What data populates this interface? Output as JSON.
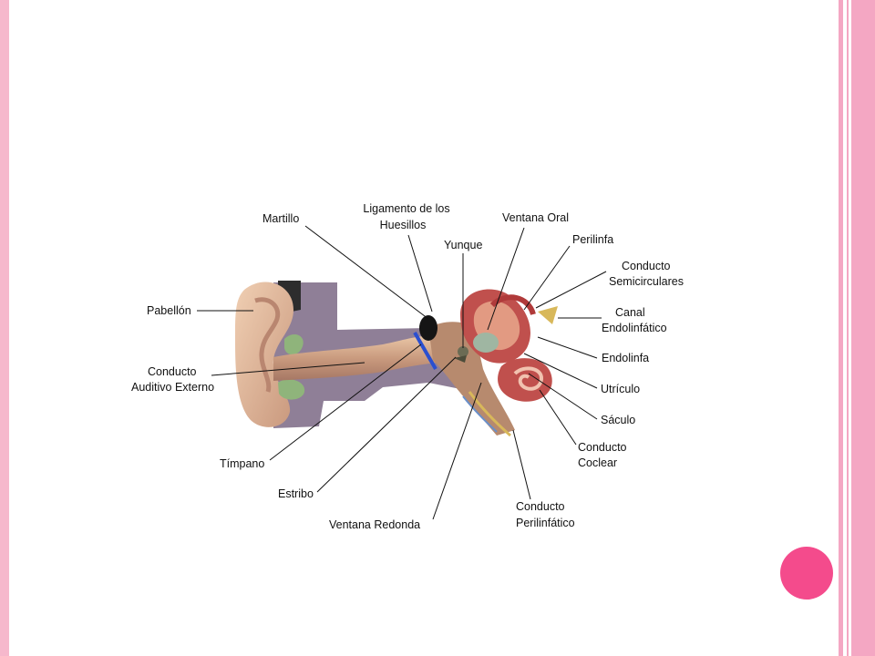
{
  "diagram": {
    "labels": {
      "martillo": "Martillo",
      "ligamento_line1": "Ligamento de los",
      "ligamento_line2": "Huesillos",
      "yunque": "Yunque",
      "ventana_oral": "Ventana Oral",
      "perilinfa": "Perilinfa",
      "conducto_semi_line1": "Conducto",
      "conducto_semi_line2": "Semicirculares",
      "pabellon": "Pabellón",
      "canal_line1": "Canal",
      "canal_line2": "Endolinfático",
      "endolinfa": "Endolinfa",
      "conducto_aud_line1": "Conducto",
      "conducto_aud_line2": "Auditivo Externo",
      "utriculo": "Utrículo",
      "saculo": "Sáculo",
      "conducto_coclear_line1": "Conducto",
      "conducto_coclear_line2": "Coclear",
      "timpano": "Tímpano",
      "estribo": "Estribo",
      "ventana_redonda": "Ventana Redonda",
      "conducto_peri_line1": "Conducto",
      "conducto_peri_line2": "Perilinfático"
    }
  },
  "theme": {
    "border_pink": "#f6b8cc",
    "stripe_pink": "#f4a7c3",
    "button_pink": "#f44b8c"
  }
}
